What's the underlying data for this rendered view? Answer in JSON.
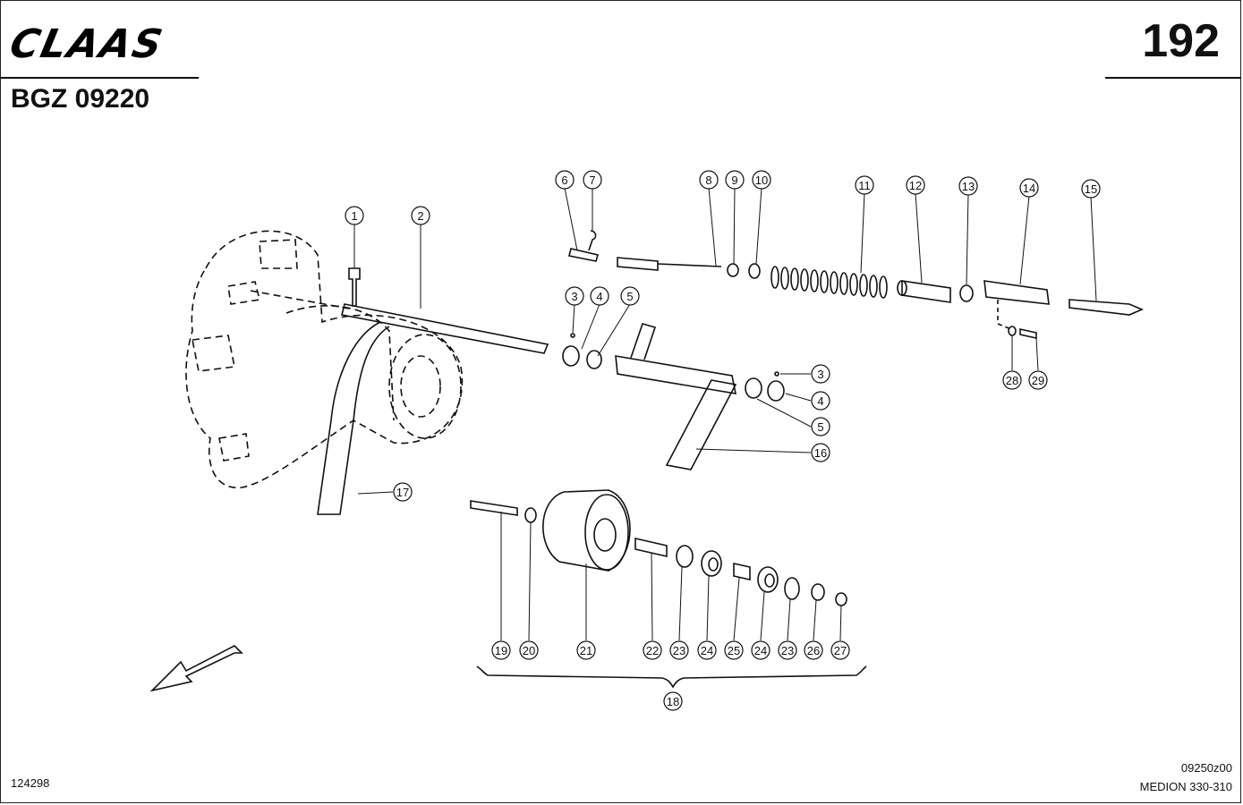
{
  "header": {
    "brand": "CLAAS",
    "page_number": "192",
    "doc_code": "BGZ 09220"
  },
  "footer": {
    "left_code": "124298",
    "drawing_code": "09250z00",
    "model": "MEDION 330-310"
  },
  "callouts": [
    {
      "label": "1"
    },
    {
      "label": "2"
    },
    {
      "label": "3"
    },
    {
      "label": "4"
    },
    {
      "label": "5"
    },
    {
      "label": "6"
    },
    {
      "label": "7"
    },
    {
      "label": "8"
    },
    {
      "label": "9"
    },
    {
      "label": "10"
    },
    {
      "label": "11"
    },
    {
      "label": "12"
    },
    {
      "label": "13"
    },
    {
      "label": "14"
    },
    {
      "label": "15"
    },
    {
      "label": "3"
    },
    {
      "label": "4"
    },
    {
      "label": "5"
    },
    {
      "label": "16"
    },
    {
      "label": "17"
    },
    {
      "label": "28"
    },
    {
      "label": "29"
    },
    {
      "label": "19"
    },
    {
      "label": "20"
    },
    {
      "label": "21"
    },
    {
      "label": "22"
    },
    {
      "label": "23"
    },
    {
      "label": "24"
    },
    {
      "label": "25"
    },
    {
      "label": "24"
    },
    {
      "label": "23"
    },
    {
      "label": "26"
    },
    {
      "label": "27"
    },
    {
      "label": "18"
    }
  ]
}
